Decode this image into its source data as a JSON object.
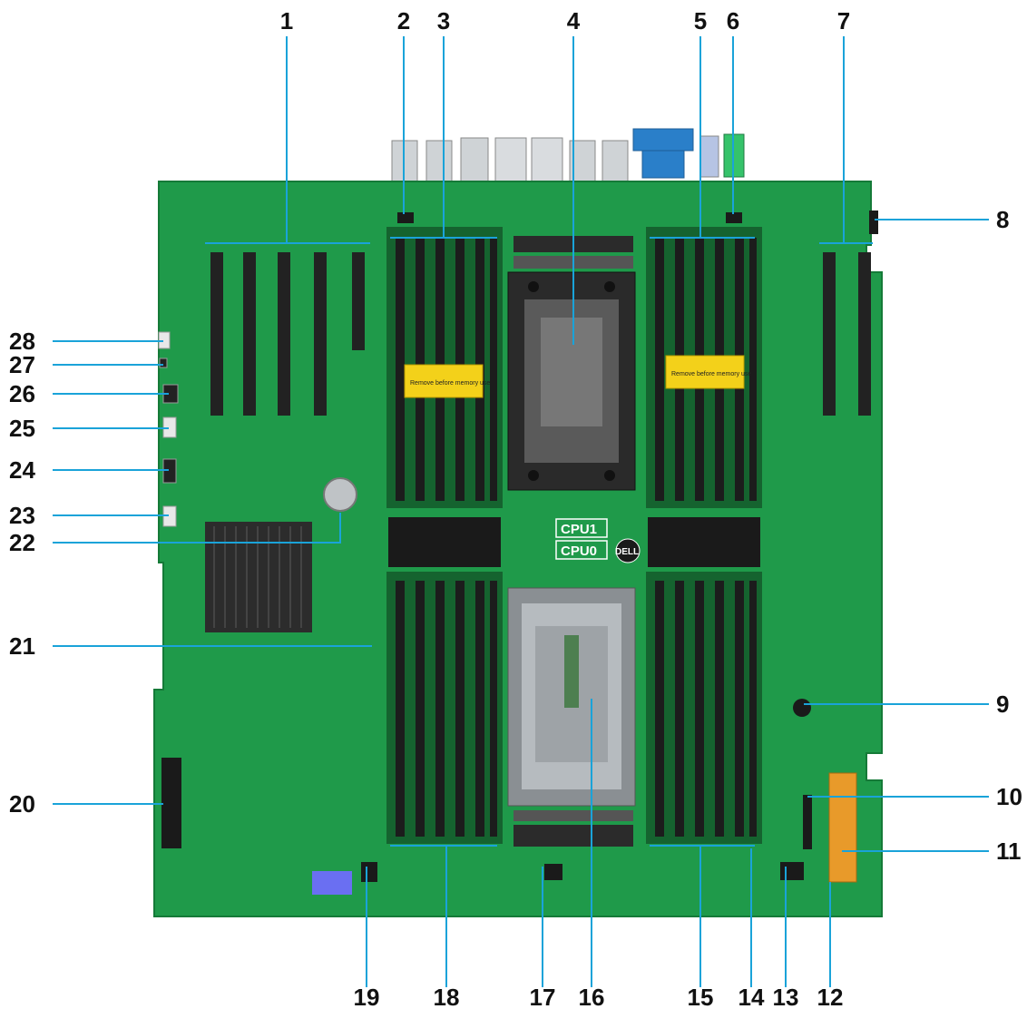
{
  "callouts": [
    "1",
    "2",
    "3",
    "4",
    "5",
    "6",
    "7",
    "8",
    "9",
    "10",
    "11",
    "12",
    "13",
    "14",
    "15",
    "16",
    "17",
    "18",
    "19",
    "20",
    "21",
    "22",
    "23",
    "24",
    "25",
    "26",
    "27",
    "28"
  ],
  "board": {
    "cpu1_label": "CPU1",
    "cpu0_label": "CPU0",
    "brand": "DELL",
    "warning_left": "Remove before memory use",
    "warning_right": "Remove before memory use"
  },
  "colors": {
    "pcb": "#1f9a4a",
    "pcb_dark": "#17803c",
    "slot": "#222222",
    "leader": "#1aa3d9",
    "warning": "#f3d11a"
  }
}
